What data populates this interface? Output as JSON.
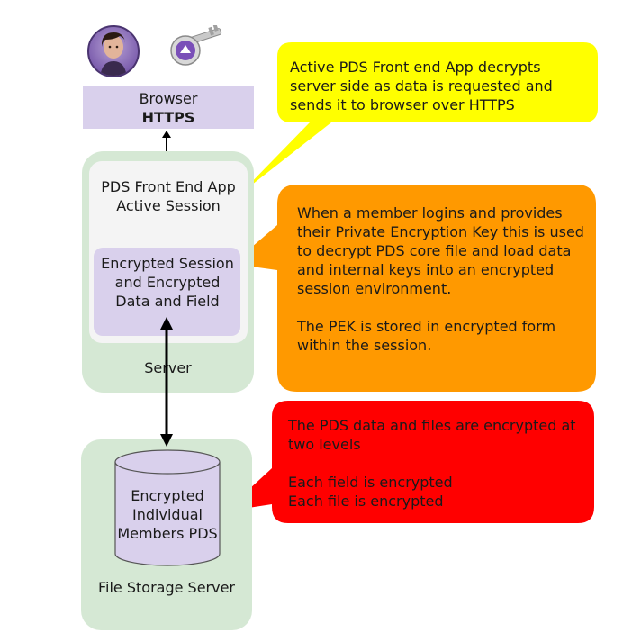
{
  "browser": {
    "line1": "Browser",
    "line2": "HTTPS"
  },
  "server": {
    "session_label": "PDS Front End App Active Session",
    "encrypted_label": "Encrypted Session and Encrypted Data and Field",
    "label": "Server"
  },
  "file_storage": {
    "db_label": "Encrypted Individual Members PDS",
    "label": "File Storage Server"
  },
  "callouts": {
    "yellow": "Active PDS Front end App decrypts server side as data is requested and sends it to browser over HTTPS",
    "orange_p1": "When a member logins and provides their Private Encryption Key this is used to decrypt PDS core file and load data and internal keys into an encrypted session environment.",
    "orange_p2": "The PEK is stored in encrypted form within the session.",
    "red_p1": "The PDS data and files are encrypted at two levels",
    "red_p2": "Each field is encrypted",
    "red_p3": "Each file is encrypted"
  },
  "colors": {
    "lavender": "#d9d0ec",
    "green": "#d5e8d4",
    "yellow": "#ffff00",
    "orange": "#ff9900",
    "red": "#ff0000"
  },
  "icons": [
    "user-avatar-icon",
    "key-icon"
  ]
}
